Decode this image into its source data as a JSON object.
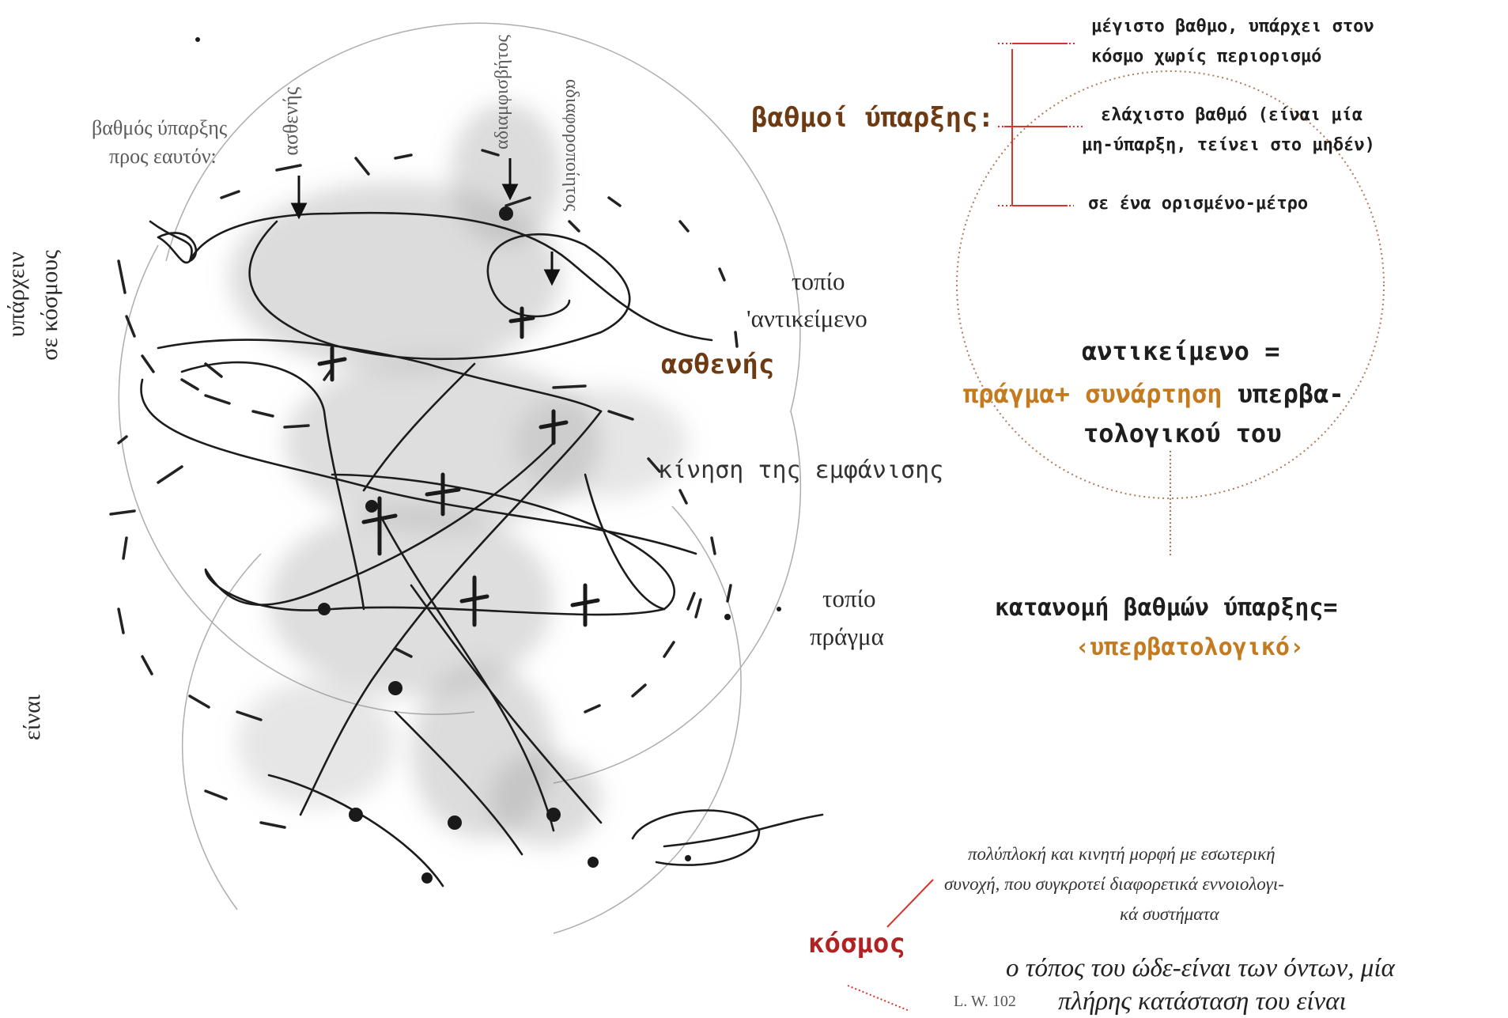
{
  "colors": {
    "brown": "#6e3a12",
    "orange": "#c47a1f",
    "red": "#b22222",
    "connector": "#d9342b",
    "ink": "#1e1e1e"
  },
  "sketch": {
    "label_degree_self_1": "βαθμός ύπαρξης",
    "label_degree_self_2": "προς εαυτόν:",
    "label_weak_vertical": "ασθενής",
    "label_indifferent": "αδιαφοροποίητος",
    "label_indisputable": "αδιαμφισβήτος",
    "label_exist_1": "υπάρχειν",
    "label_exist_2": "σε κόσμους",
    "label_being": "είναι",
    "label_landscape_object_1": "τοπίο",
    "label_landscape_object_2": "'αντικείμενο",
    "label_weak_bold": "ασθενής",
    "label_movement": "κίνηση της εμφάνισης",
    "label_landscape_thing_1": "τοπίο",
    "label_landscape_thing_2": "πράγμα"
  },
  "degrees": {
    "heading": "βαθμοί ύπαρξης:",
    "max_1": "μέγιστο βαθμο, υπάρχει στον",
    "max_2": "κόσμο χωρίς περιορισμό",
    "min_1": "ελάχιστο βαθμό (είναι μία",
    "min_2": "μη-ύπαρξη, τείνει στο μηδέν)",
    "measure": "σε ένα ορισμένο-μέτρο"
  },
  "object_definition": {
    "line1": "αντικείμενο =",
    "thing_function": "πράγμα+ συνάρτηση",
    "line2_rest": " υπερβα-",
    "line3": "τολογικού του"
  },
  "distribution": {
    "line1": "κατανομή βαθμών ύπαρξης=",
    "line2": "‹υπερβατολογικό›"
  },
  "world": {
    "label": "κόσμος",
    "desc_1": "πολύπλοκή και κινητή μορφή με εσωτερική",
    "desc_2": "συνοχή, που συγκροτεί διαφορετικά εννοιολογι-",
    "desc_3": "κά συστήματα",
    "quote_1": "ο τόπος του ώδε-είναι των όντων, μία",
    "quote_2": "πλήρης κατάσταση του είναι",
    "reference": "L. W. 102"
  }
}
